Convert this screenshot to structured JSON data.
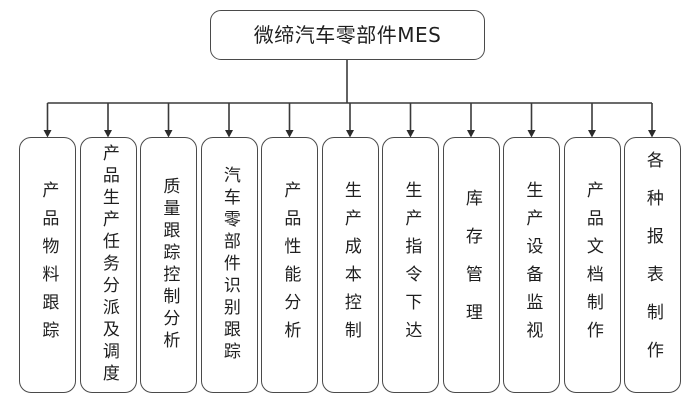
{
  "diagram": {
    "type": "organizational-tree",
    "orientation": "top-down",
    "root": {
      "label": "微缔汽车零部件MES"
    },
    "children": [
      {
        "label": "产品物料跟踪",
        "spacing": "medium"
      },
      {
        "label": "产品生产任务分派及调度",
        "spacing": "tight"
      },
      {
        "label": "质量跟踪控制分析",
        "spacing": "tight"
      },
      {
        "label": "汽车零部件识别跟踪",
        "spacing": "tight"
      },
      {
        "label": "产品性能分析",
        "spacing": "medium"
      },
      {
        "label": "生产成本控制",
        "spacing": "medium"
      },
      {
        "label": "生产指令下达",
        "spacing": "medium"
      },
      {
        "label": "库存管理",
        "spacing": "loose"
      },
      {
        "label": "生产设备监视",
        "spacing": "medium"
      },
      {
        "label": "产品文档制作",
        "spacing": "medium"
      },
      {
        "label": "各种报表制作",
        "spacing": "loose"
      }
    ],
    "colors": {
      "background": "#ffffff",
      "box_border": "#4a4a4a",
      "box_fill": "#ffffff",
      "connector": "#3a3a3a",
      "text": "#1f1f1f"
    }
  }
}
